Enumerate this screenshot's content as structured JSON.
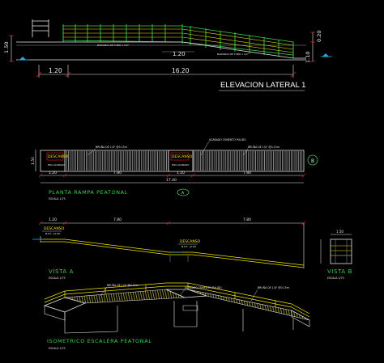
{
  "colors": {
    "background": "#000000",
    "line_white": "#e8e8e8",
    "line_yellow": "#f2e600",
    "line_green": "#35d24a",
    "line_cyan": "#2aa8e0",
    "line_red": "#e02020",
    "line_grey": "#9a9a9a",
    "text_white": "#ffffff"
  },
  "elevation": {
    "title": "ELEVACION LATERAL 1",
    "dim_120_left": "1.20",
    "dim_1620": "16.20",
    "dim_120_mid": "1.20",
    "dim_150_vert": "1.50",
    "dim_020": "0.20",
    "dim_110": "1.10",
    "note_handrail_a": "BARANDA DE TUBO 1 1/2\"",
    "note_handrail_b": "BARANDA DE TUBO 1 1/2\""
  },
  "plan": {
    "title": "PLANTA RAMPA PEATONAL",
    "scale": "ESCALA 1/75",
    "rest_label_1": "DESCANSO",
    "rest_label_2": "DESCANSO",
    "rest_sub_1": "PISO ACABADO",
    "rest_sub_2": "PISO ACABADO",
    "note_broom_1": "BRUÑA DE 1/4\" @0.15m",
    "note_broom_2": "BRUÑA DE 1/4\" @0.15m",
    "note_cement": "ACABADO CEMENTO PULIDO",
    "dims": [
      "1.20",
      "7.80",
      "1.20",
      "7.80"
    ],
    "total": "17.40",
    "side_marker": "B",
    "section_marker": "A",
    "vert_dim": "1.50"
  },
  "vista_a": {
    "title": "VISTA A",
    "scale": "ESCALA 1/75",
    "rest_label_1": "DESCANSO",
    "rest_label_2": "DESCANSO",
    "rest_sub_1": "N.P.T. +0.00",
    "rest_sub_2": "N.P.T. +0.65",
    "dims": [
      "1.20",
      "7.80",
      "7.80"
    ]
  },
  "vista_b": {
    "title": "VISTA B",
    "scale": "ESCALA 1/75",
    "dim": "1.50"
  },
  "iso": {
    "title": "ISOMETRICO ESCALERA PEATONAL",
    "scale": "ESCALA 1/75",
    "note_broom_1": "BRUÑA DE 1/4\" @0.15m",
    "note_cement": "ACABADO CEMENTO PULIDO",
    "note_broom_2": "BRUÑA DE 1/4\" @0.15m"
  }
}
